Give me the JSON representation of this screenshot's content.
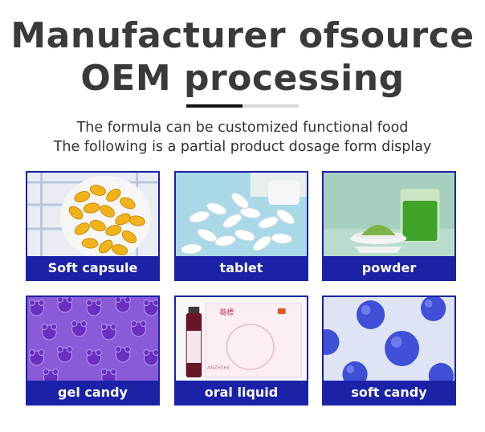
{
  "header": {
    "title_line1": "Manufacturer ofsource",
    "title_line2": "OEM processing",
    "subtitle_line1": "The formula can be customized functional food",
    "subtitle_line2": "The following is a partial product dosage form display"
  },
  "products": [
    {
      "label": "Soft capsule"
    },
    {
      "label": "tablet"
    },
    {
      "label": "powder"
    },
    {
      "label": "gel candy"
    },
    {
      "label": "oral liquid",
      "box_text": "薇標",
      "bottle_text": "ANZHSHE"
    },
    {
      "label": "soft candy"
    }
  ],
  "colors": {
    "accent": "#1b22a8",
    "title": "#3a3a3a"
  }
}
